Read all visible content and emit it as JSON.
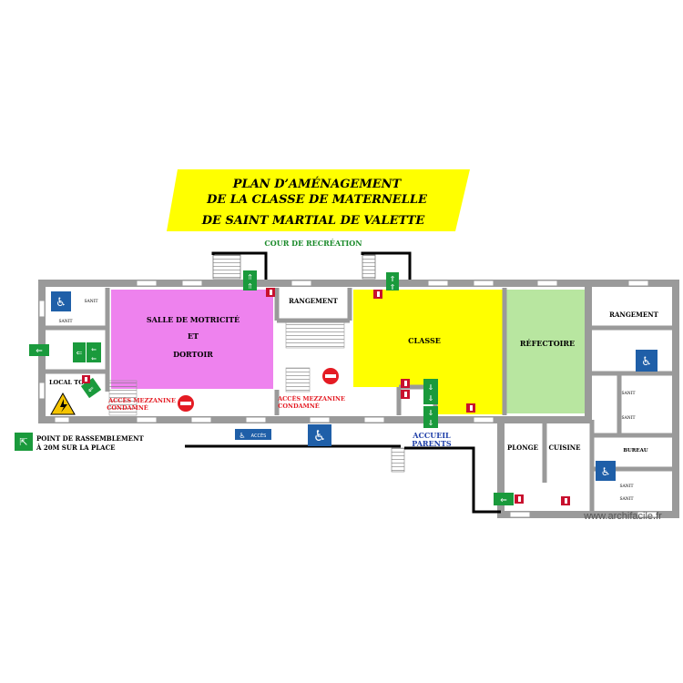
{
  "title": {
    "line1": "PLAN D’AMÉNAGEMENT",
    "line2": "DE LA CLASSE DE MATERNELLE",
    "line3": "DE SAINT MARTIAL DE VALETTE"
  },
  "labels": {
    "cour": "COUR DE RECRÉATION",
    "salle_l1": "SALLE DE MOTRICITÉ",
    "salle_l2": "ET",
    "salle_l3": "DORTOIR",
    "rangement_center": "RANGEMENT",
    "classe": "CLASSE",
    "refectoire": "RÉFECTOIRE",
    "rangement_right": "RANGEMENT",
    "local_tgbt": "LOCAL TGBT",
    "mezz1_l1": "ACCÈS MEZZANINE",
    "mezz1_l2": "CONDAMNÉ",
    "mezz2_l1": "ACCÈS MEZZANINE",
    "mezz2_l2": "CONDAMNÉ",
    "accueil_l1": "ACCUEIL",
    "accueil_l2": "PARENTS",
    "plonge": "PLONGE",
    "cuisine": "CUISINE",
    "bureau": "BUREAU",
    "sanit": "SANIT",
    "acces_sign": "ACCÈS",
    "rassemblement_l1": "POINT DE RASSEMBLEMENT",
    "rassemblement_l2": "À 20M SUR LA PLACE",
    "watermark": "www.archifacile.fr"
  },
  "colors": {
    "title_bg": "#ffff00",
    "salle_fill": "#ee82ee",
    "classe_fill": "#ffff00",
    "refectoire_fill": "#b8e6a0",
    "wall": "#9a9a9a",
    "exit_green": "#1a9a3c",
    "no_entry_red": "#e41b23",
    "extinguisher_red": "#c8102e",
    "accessible_blue": "#1f5fa8",
    "cour_green": "#1a8a2a",
    "red_text": "#e41b23",
    "blue_text": "#1f3fa8"
  }
}
